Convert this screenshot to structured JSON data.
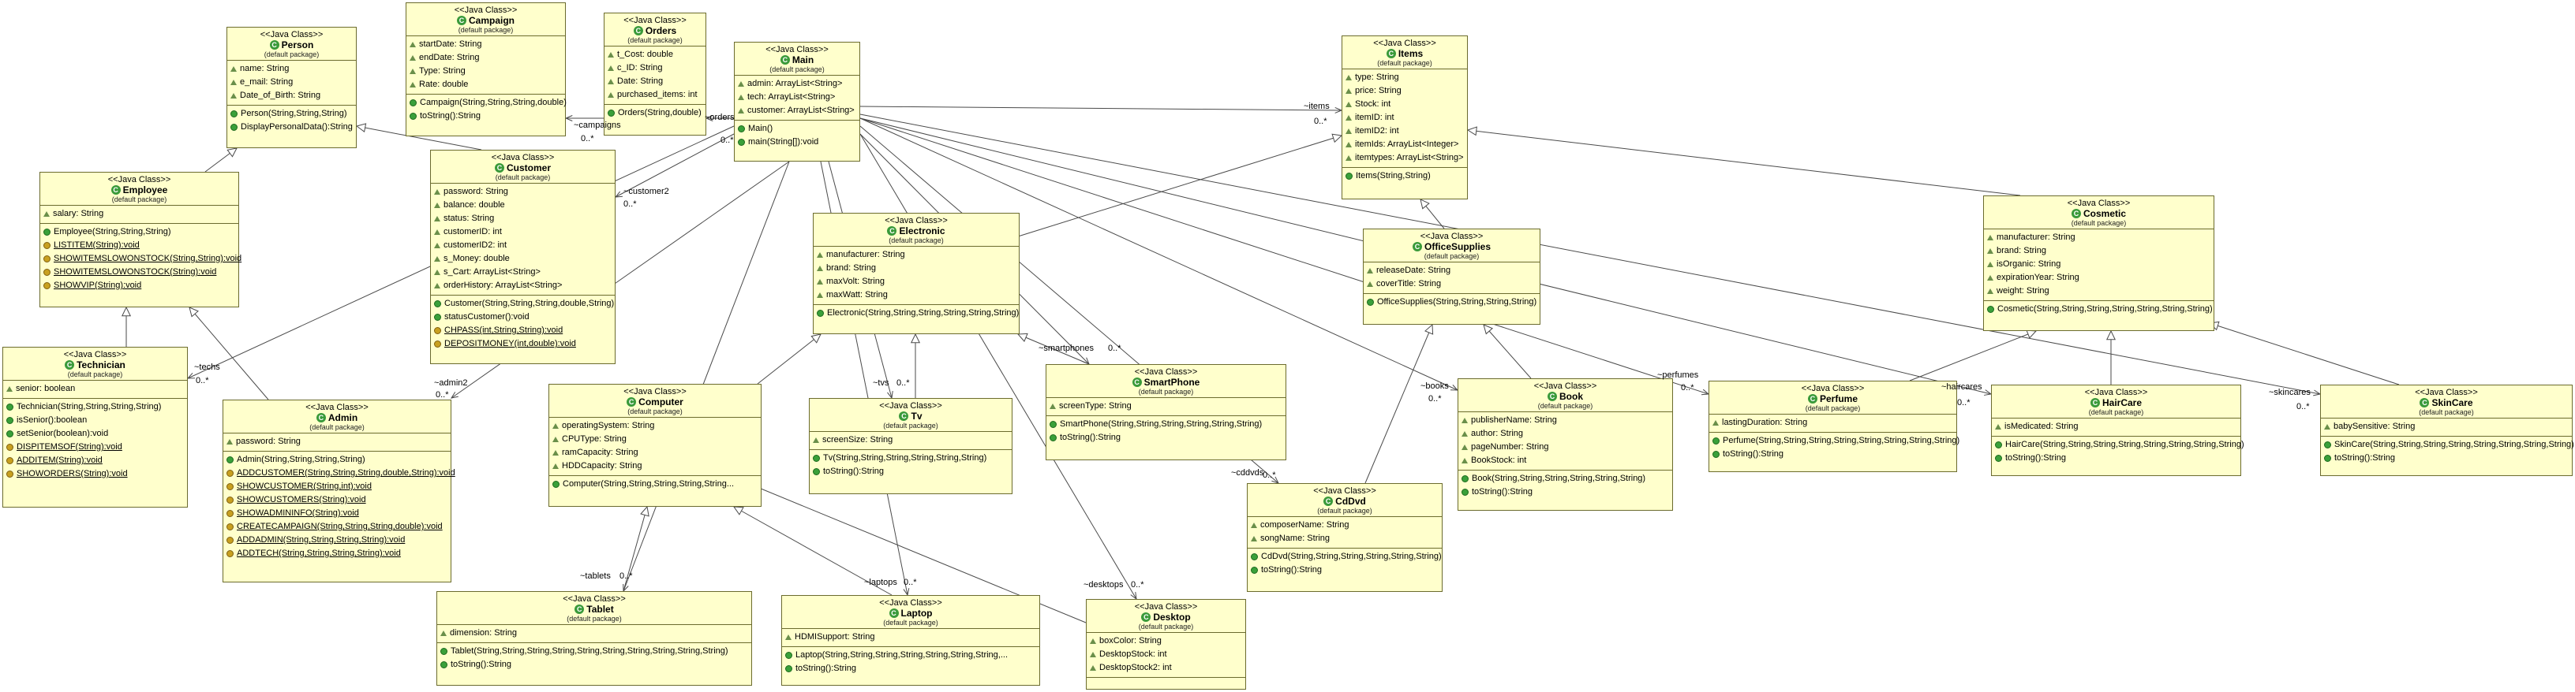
{
  "classes": {
    "person": {
      "stereo": "<<Java Class>>",
      "name": "Person",
      "pkg": "(default package)",
      "fields": [
        "name: String",
        "e_mail: String",
        "Date_of_Birth: String"
      ],
      "methods": [
        "Person(String,String,String)",
        "DisplayPersonalData():String"
      ]
    },
    "campaign": {
      "stereo": "<<Java Class>>",
      "name": "Campaign",
      "pkg": "(default package)",
      "fields": [
        "startDate: String",
        "endDate: String",
        "Type: String",
        "Rate: double"
      ],
      "methods": [
        "Campaign(String,String,String,double)",
        "toString():String"
      ]
    },
    "orders": {
      "stereo": "<<Java Class>>",
      "name": "Orders",
      "pkg": "(default package)",
      "fields": [
        "t_Cost: double",
        "c_ID: String",
        "Date: String",
        "purchased_items: int"
      ],
      "methods": [
        "Orders(String,double)"
      ]
    },
    "main": {
      "stereo": "<<Java Class>>",
      "name": "Main",
      "pkg": "(default package)",
      "fields": [
        "admin: ArrayList<String>",
        "tech: ArrayList<String>",
        "customer: ArrayList<String>"
      ],
      "methods": [
        "Main()",
        "main(String[]):void"
      ]
    },
    "items": {
      "stereo": "<<Java Class>>",
      "name": "Items",
      "pkg": "(default package)",
      "fields": [
        "type: String",
        "price: String",
        "Stock: int",
        "itemID: int",
        "itemID2: int",
        "itemIds: ArrayList<Integer>",
        "itemtypes: ArrayList<String>"
      ],
      "methods": [
        "Items(String,String)"
      ]
    },
    "employee": {
      "stereo": "<<Java Class>>",
      "name": "Employee",
      "pkg": "(default package)",
      "fields": [
        "salary: String"
      ],
      "methods": [
        "Employee(String,String,String)",
        "LISTITEM(String):void",
        "SHOWITEMSLOWONSTOCK(String,String):void",
        "SHOWITEMSLOWONSTOCK(String):void",
        "SHOWVIP(String):void"
      ]
    },
    "customer": {
      "stereo": "<<Java Class>>",
      "name": "Customer",
      "pkg": "(default package)",
      "fields": [
        "password: String",
        "balance: double",
        "status: String",
        "customerID: int",
        "customerID2: int",
        "s_Money: double",
        "s_Cart: ArrayList<String>",
        "orderHistory: ArrayList<String>"
      ],
      "methods": [
        "Customer(String,String,String,double,String)",
        "statusCustomer():void",
        "CHPASS(int,String,String):void",
        "DEPOSITMONEY(int,double):void"
      ]
    },
    "electronic": {
      "stereo": "<<Java Class>>",
      "name": "Electronic",
      "pkg": "(default package)",
      "fields": [
        "manufacturer: String",
        "brand: String",
        "maxVolt: String",
        "maxWatt: String"
      ],
      "methods": [
        "Electronic(String,String,String,String,String,String)"
      ]
    },
    "officesupplies": {
      "stereo": "<<Java Class>>",
      "name": "OfficeSupplies",
      "pkg": "(default package)",
      "fields": [
        "releaseDate: String",
        "coverTitle: String"
      ],
      "methods": [
        "OfficeSupplies(String,String,String,String)"
      ]
    },
    "cosmetic": {
      "stereo": "<<Java Class>>",
      "name": "Cosmetic",
      "pkg": "(default package)",
      "fields": [
        "manufacturer: String",
        "brand: String",
        "isOrganic: String",
        "expirationYear: String",
        "weight: String"
      ],
      "methods": [
        "Cosmetic(String,String,String,String,String,String,String)"
      ]
    },
    "technician": {
      "stereo": "<<Java Class>>",
      "name": "Technician",
      "pkg": "(default package)",
      "fields": [
        "senior: boolean"
      ],
      "methods": [
        "Technician(String,String,String,String)",
        "isSenior():boolean",
        "setSenior(boolean):void",
        "DISPITEMSOF(String):void",
        "ADDITEM(String):void",
        "SHOWORDERS(String):void"
      ]
    },
    "admin": {
      "stereo": "<<Java Class>>",
      "name": "Admin",
      "pkg": "(default package)",
      "fields": [
        "password: String"
      ],
      "methods": [
        "Admin(String,String,String,String)",
        "ADDCUSTOMER(String,String,String,double,String):void",
        "SHOWCUSTOMER(String,int):void",
        "SHOWCUSTOMERS(String):void",
        "SHOWADMININFO(String):void",
        "CREATECAMPAIGN(String,String,String,double):void",
        "ADDADMIN(String,String,String,String):void",
        "ADDTECH(String,String,String,String):void"
      ]
    },
    "computer": {
      "stereo": "<<Java Class>>",
      "name": "Computer",
      "pkg": "(default package)",
      "fields": [
        "operatingSystem: String",
        "CPUType: String",
        "ramCapacity: String",
        "HDDCapacity: String"
      ],
      "methods": [
        "Computer(String,String,String,String,String..."
      ]
    },
    "tv": {
      "stereo": "<<Java Class>>",
      "name": "Tv",
      "pkg": "(default package)",
      "fields": [
        "screenSize: String"
      ],
      "methods": [
        "Tv(String,String,String,String,String,String)",
        "toString():String"
      ]
    },
    "smartphone": {
      "stereo": "<<Java Class>>",
      "name": "SmartPhone",
      "pkg": "(default package)",
      "fields": [
        "screenType: String"
      ],
      "methods": [
        "SmartPhone(String,String,String,String,String,String)",
        "toString():String"
      ]
    },
    "book": {
      "stereo": "<<Java Class>>",
      "name": "Book",
      "pkg": "(default package)",
      "fields": [
        "publisherName: String",
        "author: String",
        "pageNumber: String",
        "BookStock: int"
      ],
      "methods": [
        "Book(String,String,String,String,String,String)",
        "toString():String"
      ]
    },
    "perfume": {
      "stereo": "<<Java Class>>",
      "name": "Perfume",
      "pkg": "(default package)",
      "fields": [
        "lastingDuration: String"
      ],
      "methods": [
        "Perfume(String,String,String,String,String,String,String,String)",
        "toString():String"
      ]
    },
    "haircare": {
      "stereo": "<<Java Class>>",
      "name": "HairCare",
      "pkg": "(default package)",
      "fields": [
        "isMedicated: String"
      ],
      "methods": [
        "HairCare(String,String,String,String,String,String,String,String)",
        "toString():String"
      ]
    },
    "skincare": {
      "stereo": "<<Java Class>>",
      "name": "SkinCare",
      "pkg": "(default package)",
      "fields": [
        "babySensitive: String"
      ],
      "methods": [
        "SkinCare(String,String,String,String,String,String,String,String)",
        "toString():String"
      ]
    },
    "cddvd": {
      "stereo": "<<Java Class>>",
      "name": "CdDvd",
      "pkg": "(default package)",
      "fields": [
        "composerName: String",
        "songName: String"
      ],
      "methods": [
        "CdDvd(String,String,String,String,String,String)",
        "toString():String"
      ]
    },
    "tablet": {
      "stereo": "<<Java Class>>",
      "name": "Tablet",
      "pkg": "(default package)",
      "fields": [
        "dimension: String"
      ],
      "methods": [
        "Tablet(String,String,String,String,String,String,String,String,String,String)",
        "toString():String"
      ]
    },
    "laptop": {
      "stereo": "<<Java Class>>",
      "name": "Laptop",
      "pkg": "(default package)",
      "fields": [
        "HDMISupport: String"
      ],
      "methods": [
        "Laptop(String,String,String,String,String,String,String,...",
        "toString():String"
      ]
    },
    "desktop": {
      "stereo": "<<Java Class>>",
      "name": "Desktop",
      "pkg": "(default package)",
      "fields": [
        "boxColor: String",
        "DesktopStock: int",
        "DesktopStock2: int"
      ],
      "methods": []
    }
  },
  "assoc_labels": [
    "~orders",
    "~items",
    "~campaigns",
    "~customer2",
    "~techs",
    "~admin2",
    "~smartphones",
    "~tvs",
    "~books",
    "~perfumes",
    "~haircares",
    "~skincares",
    "~cddvds",
    "~tablets",
    "~laptops",
    "~desktops"
  ],
  "multiplicity": "0..*",
  "colors": {
    "box_fill": "#ffffcc",
    "box_border": "#6b6b2e",
    "edge": "#4a4a4a",
    "class_icon": "#3a9a3a",
    "method_icon": "#3aa03a"
  }
}
